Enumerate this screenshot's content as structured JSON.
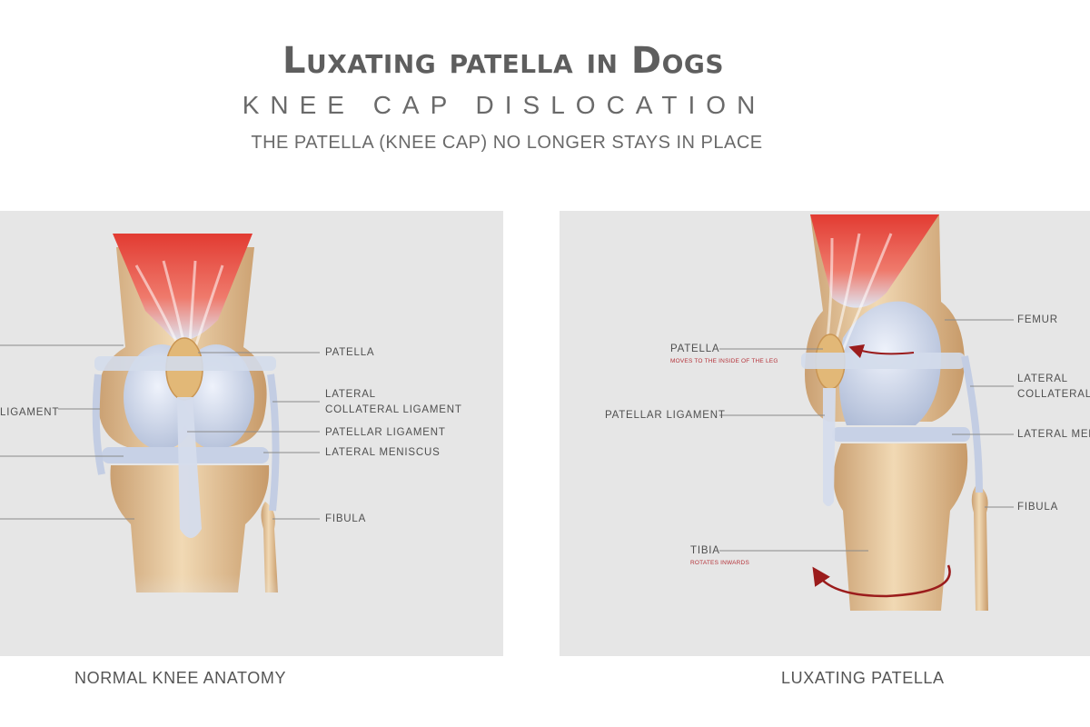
{
  "header": {
    "title": "Luxating patella in Dogs",
    "subtitle": "KNEE CAP DISLOCATION",
    "tagline": "THE PATELLA (KNEE CAP) NO LONGER STAYS IN PLACE"
  },
  "left_panel": {
    "caption": "NORMAL KNEE ANATOMY",
    "labels": {
      "patella": "PATELLA",
      "lateral_collateral": [
        "LATERAL",
        "COLLATERAL LIGAMENT"
      ],
      "patellar_ligament": "PATELLAR LIGAMENT",
      "lateral_meniscus": "LATERAL MENISCUS",
      "fibula": "FIBULA",
      "medial_ligament_partial": "LIGAMENT"
    }
  },
  "right_panel": {
    "caption": "LUXATING PATELLA",
    "labels": {
      "femur": "FEMUR",
      "patella": "PATELLA",
      "patella_note": "MOVES TO THE INSIDE OF THE LEG",
      "lateral_collateral": [
        "LATERAL",
        "COLLATERAL"
      ],
      "patellar_ligament": "PATELLAR LIGAMENT",
      "lateral_meniscus": "LATERAL MEN",
      "fibula": "FIBULA",
      "tibia": "TIBIA",
      "tibia_note": "ROTATES INWARDS"
    }
  },
  "colors": {
    "panel_bg": "#e6e6e6",
    "bone": "#e3c49a",
    "cartilage": "#c9d3e6",
    "ligament": "#d7deee",
    "muscle": "#e04a3f",
    "arrow": "#9b1c1c"
  }
}
